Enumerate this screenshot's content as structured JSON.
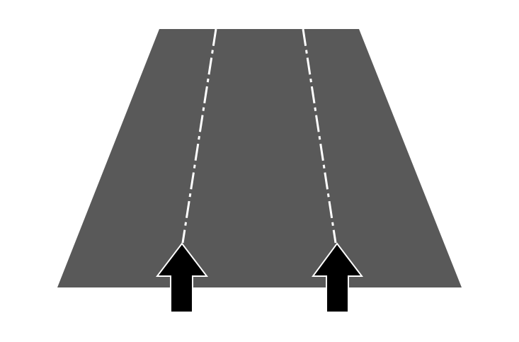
{
  "diagram": {
    "road_color": "#595959",
    "lane_line_color": "#ffffff",
    "arrow_fill": "#000000",
    "arrow_stroke": "#ffffff",
    "elements": [
      "road",
      "lane-line-left",
      "lane-line-right",
      "direction-arrow-left",
      "direction-arrow-right"
    ]
  }
}
